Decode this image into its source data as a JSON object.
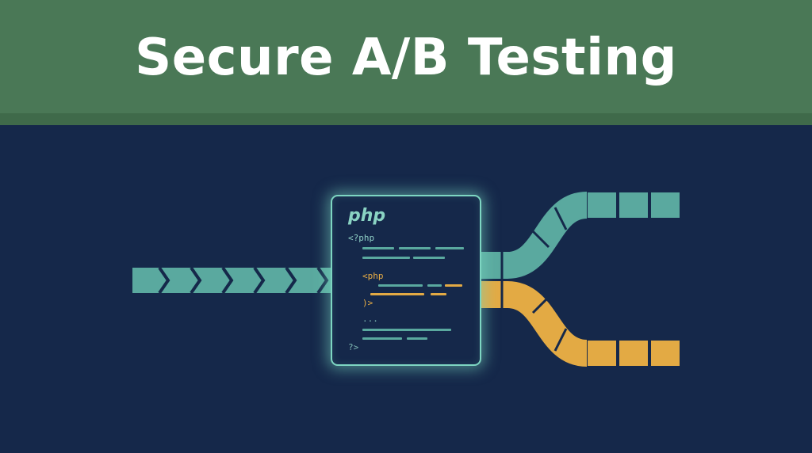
{
  "title": "Secure A/B Testing",
  "code_card": {
    "logo": "php",
    "line_open": "<?php",
    "line_inner_open": "<php",
    "line_inner_close": ")>",
    "line_ellipsis": "...",
    "line_close": "?>"
  },
  "colors": {
    "header": "#4a7856",
    "background": "#15284a",
    "teal": "#5aa99f",
    "orange": "#e3aa44",
    "glow": "#7ed6c2"
  }
}
